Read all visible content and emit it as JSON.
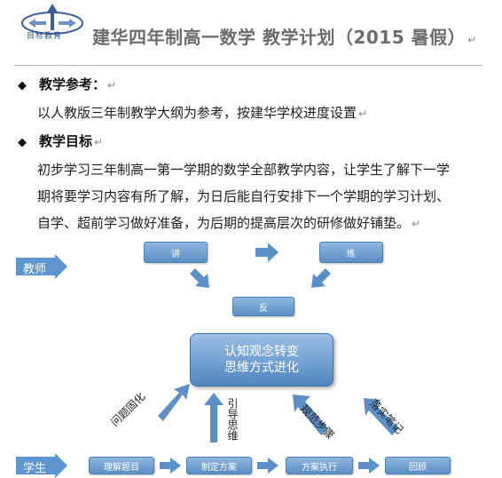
{
  "header": {
    "logo_text": "目标教育",
    "title": "建华四年制高一数学  教学计划（2015 暑假）"
  },
  "sections": [
    {
      "heading": "教学参考：",
      "body": [
        "以人教版三年制教学大纲为参考，按建华学校进度设置"
      ]
    },
    {
      "heading": "教学目标",
      "body": [
        "初步学习三年制高一第一学期的数学全部教学内容，让学生了解下一学",
        "期将要学习内容有所了解，为日后能自行安排下一个学期的学习计划、",
        "自学、超前学习做好准备，为后期的提高层次的研修做好铺垫。"
      ]
    }
  ],
  "diagram": {
    "teacher_label": "教师",
    "student_label": "学生",
    "top_boxes": [
      "讲",
      "练"
    ],
    "feedback_box": "反",
    "center_lines": [
      "认知观念转变",
      "思维方式进化"
    ],
    "bottom_boxes": [
      "理解题目",
      "制定方案",
      "方案执行",
      "回顾"
    ],
    "arrow_labels": [
      "问题固化",
      "引导思维",
      "规范步骤",
      "落实笔记"
    ]
  },
  "colors": {
    "box_fill": "#6f9fd1",
    "tag_fill": "#5f95cf",
    "arrow_fill": "#5b8fc8"
  },
  "paragraph_mark": "↵"
}
